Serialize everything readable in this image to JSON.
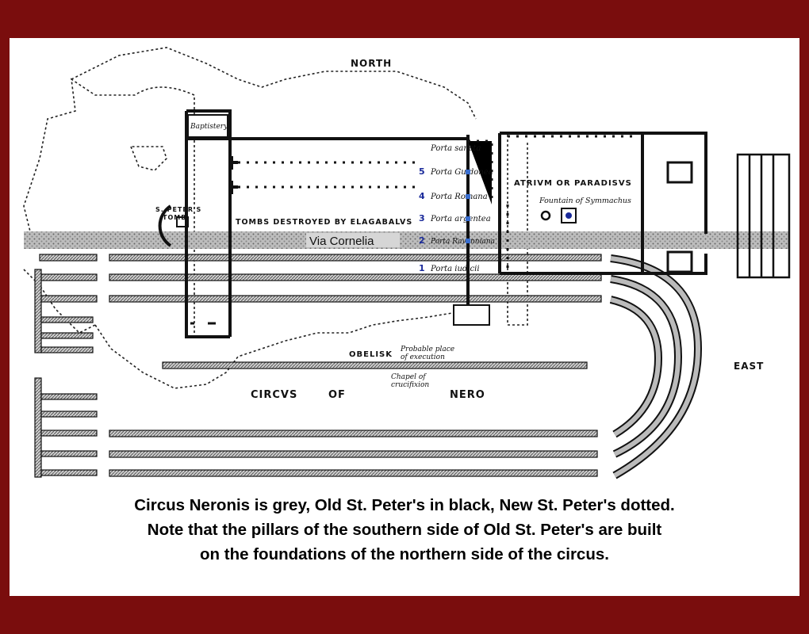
{
  "labels": {
    "north": "NORTH",
    "east": "EAST",
    "baptistery": "Baptistery",
    "st_peters_tomb_1": "S. PETER'S",
    "st_peters_tomb_2": "TOMB",
    "tombs": "TOMBS DESTROYED BY ELAGABALVS",
    "via_cornelia": "Via Cornelia",
    "atrium": "ATRIVM OR PARADISVS",
    "fountain": "Fountain of Symmachus",
    "obelisk": "OBELISK",
    "execution_1": "Probable place",
    "execution_2": "of execution",
    "chapel_1": "Chapel of",
    "chapel_2": "crucifixion",
    "circus_1": "CIRCVS",
    "circus_2": "OF",
    "circus_3": "NERO"
  },
  "portas": [
    {
      "num": "",
      "name": "Porta sancta"
    },
    {
      "num": "5",
      "name": "Porta Guidonea"
    },
    {
      "num": "4",
      "name": "Porta Romana"
    },
    {
      "num": "3",
      "name": "Porta argentea"
    },
    {
      "num": "2",
      "name": "Porta Ravenniana"
    },
    {
      "num": "1",
      "name": "Porta iudicii"
    }
  ],
  "caption": [
    "Circus Neronis is grey, Old St. Peter's in black, New St. Peter's dotted.",
    "Note that the pillars of the southern side of Old St. Peter's are built",
    "on the foundations of the northern side of the circus."
  ],
  "colors": {
    "border": "#7a0d0d",
    "old_st_peters": "#111111",
    "circus": "#555555",
    "numbers": "#1a2a9a"
  }
}
